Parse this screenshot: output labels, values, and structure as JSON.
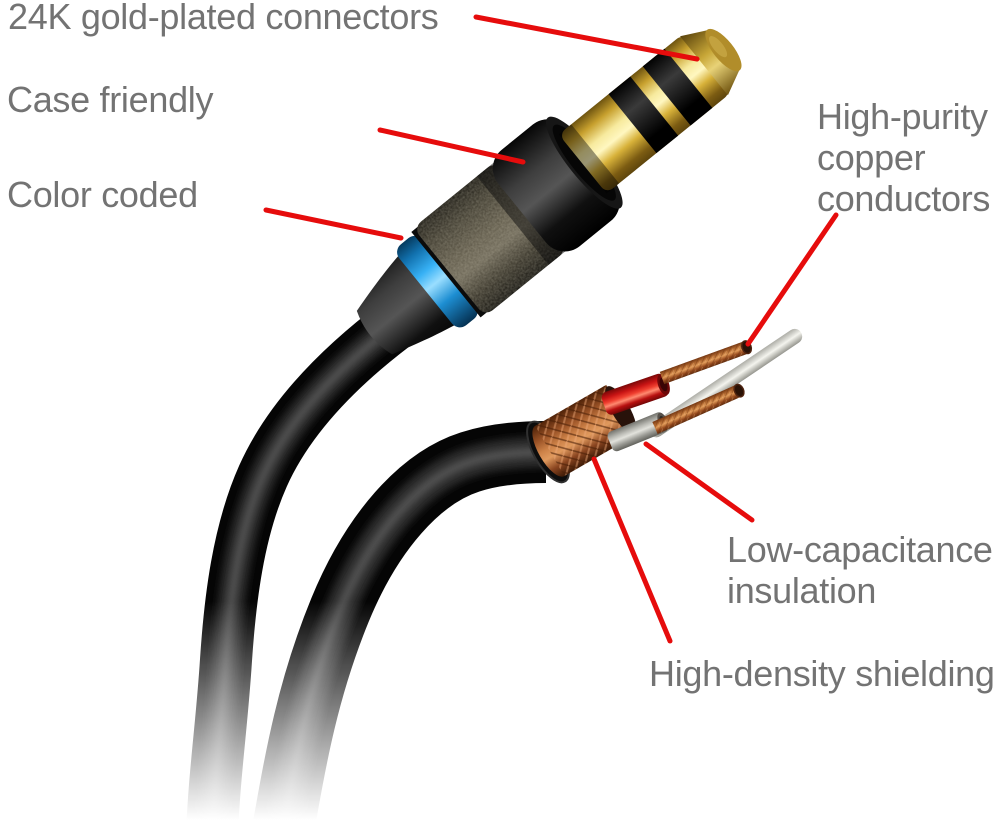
{
  "figure": {
    "kind": "annotated-product-diagram",
    "subject": "3.5mm audio cable with stripped cable end"
  },
  "annotations": {
    "text_color": "#737373",
    "leader_line_color": "#e60c0c",
    "items": [
      {
        "id": "gold-connectors",
        "label": "24K gold-plated connectors"
      },
      {
        "id": "case-friendly",
        "label": "Case friendly"
      },
      {
        "id": "color-coded",
        "label": "Color coded"
      },
      {
        "id": "copper-conductors",
        "label": "High-purity copper conductors"
      },
      {
        "id": "low-capacitance",
        "label": "Low-capacitance insulation"
      },
      {
        "id": "high-density",
        "label": "High-density shielding"
      }
    ]
  },
  "illustration": {
    "parts": [
      "gold-plated-plug",
      "connector-body",
      "color-coded-blue-ring",
      "black-cable",
      "stripped-cable",
      "copper-braid-shielding",
      "red-insulated-wire",
      "gray-insulated-wire",
      "copper-conductor",
      "clear-conductor"
    ],
    "colors": {
      "background": "#ffffff",
      "gold": "#d9b43a",
      "ring_blue": "#37b1f5",
      "cable_black": "#0d0d0d",
      "copper_braid": "#b46632",
      "wire_red": "#e31e1e",
      "wire_gray": "#b9b9b5",
      "conductor_copper": "#c6803f"
    }
  }
}
